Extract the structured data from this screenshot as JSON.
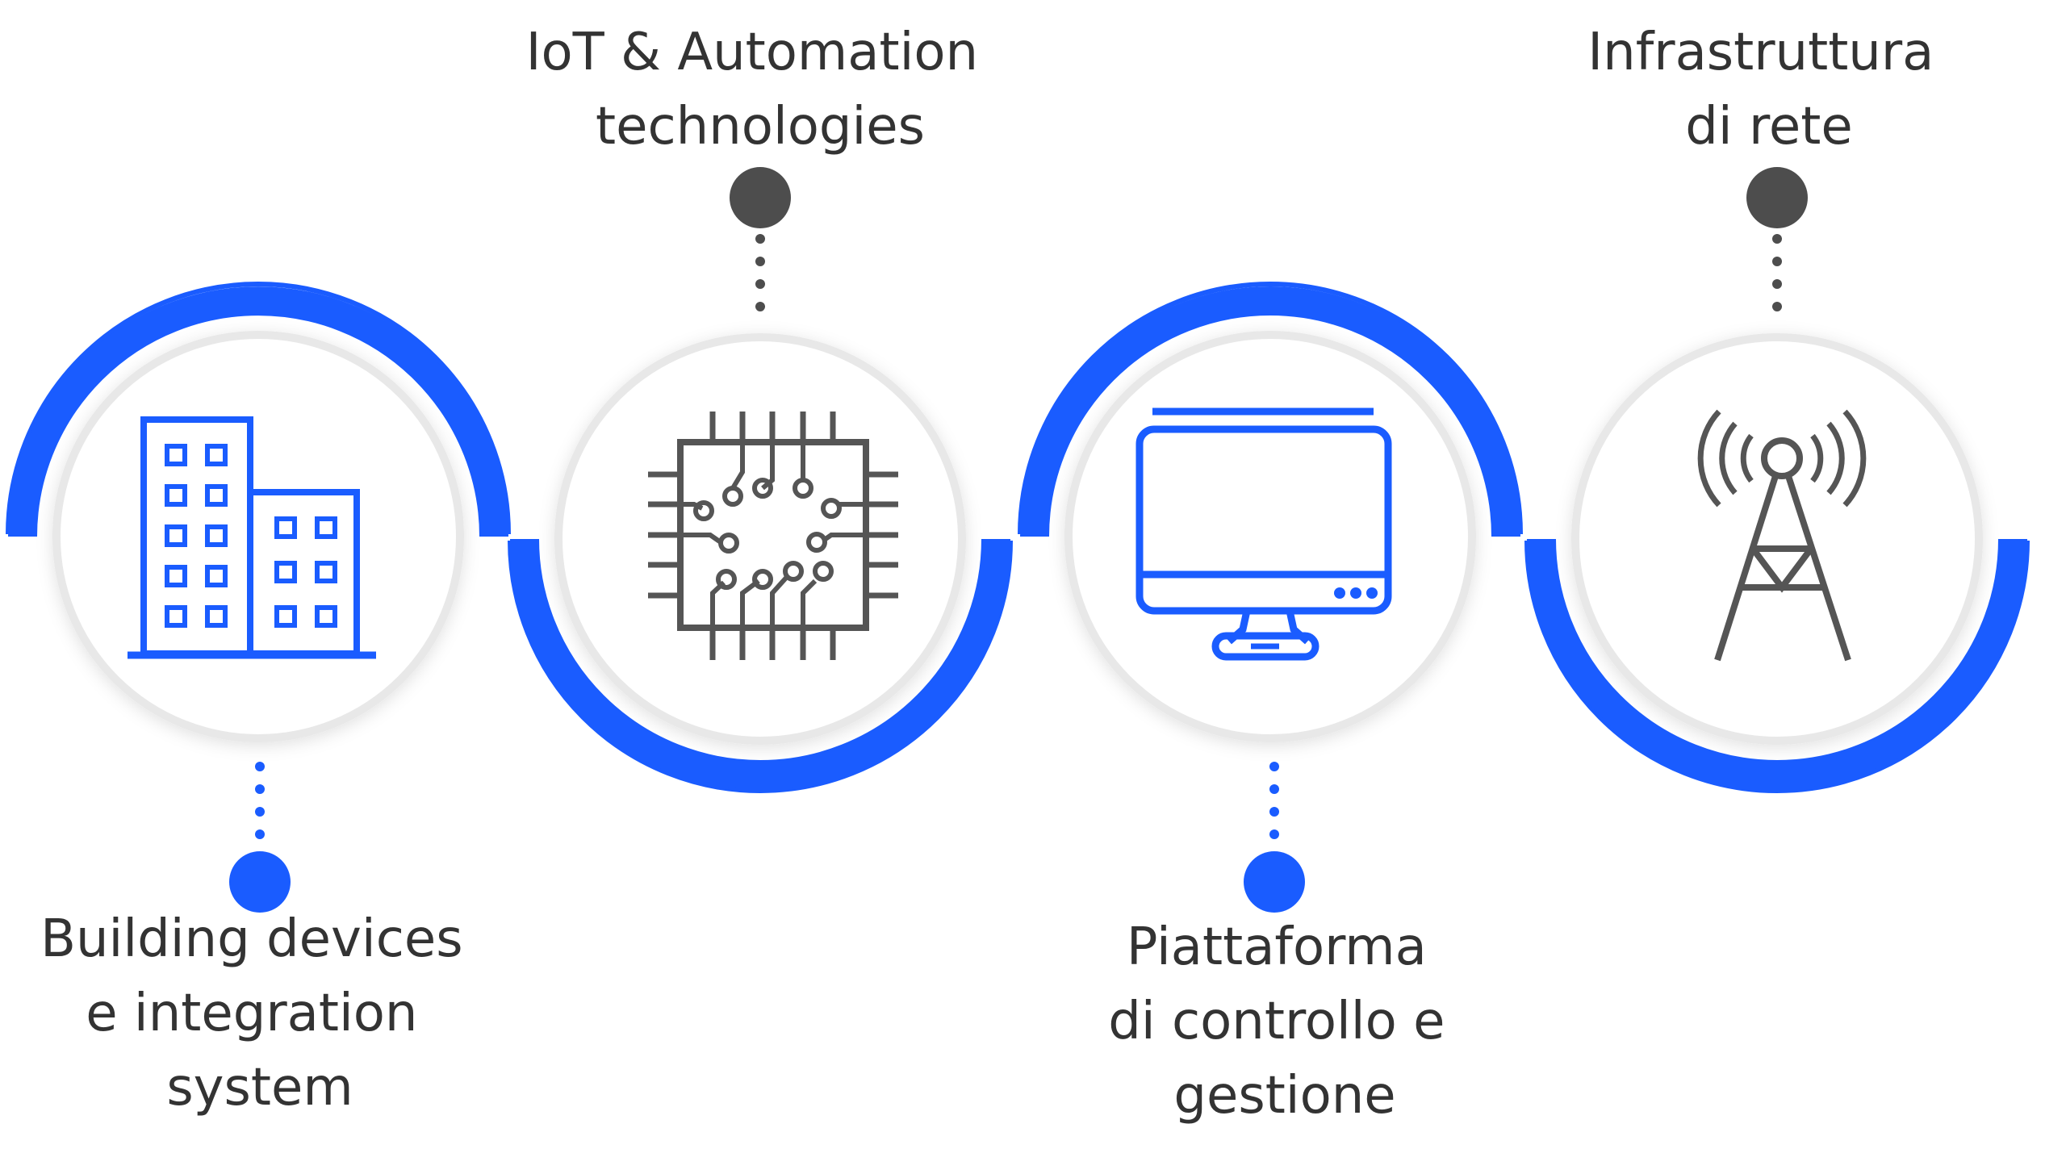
{
  "colors": {
    "accent": "#1a5cff",
    "dark_dot": "#4d4d4d",
    "icon_blue": "#1a5cff",
    "icon_gray": "#555555",
    "text": "#333333",
    "circle_fill": "#ffffff",
    "circle_shadow": "#e6e6e6"
  },
  "steps": [
    {
      "icon": "building-icon",
      "label_lines": [
        "Building devices",
        "e integration",
        "system"
      ],
      "label_position": "below"
    },
    {
      "icon": "microchip-icon",
      "label_lines": [
        "IoT & Automation",
        "technologies"
      ],
      "label_position": "above"
    },
    {
      "icon": "monitor-icon",
      "label_lines": [
        "Piattaforma",
        "di controllo e",
        "gestione"
      ],
      "label_position": "below"
    },
    {
      "icon": "radio-tower-icon",
      "label_lines": [
        "Infrastruttura",
        "di rete"
      ],
      "label_position": "above"
    }
  ]
}
